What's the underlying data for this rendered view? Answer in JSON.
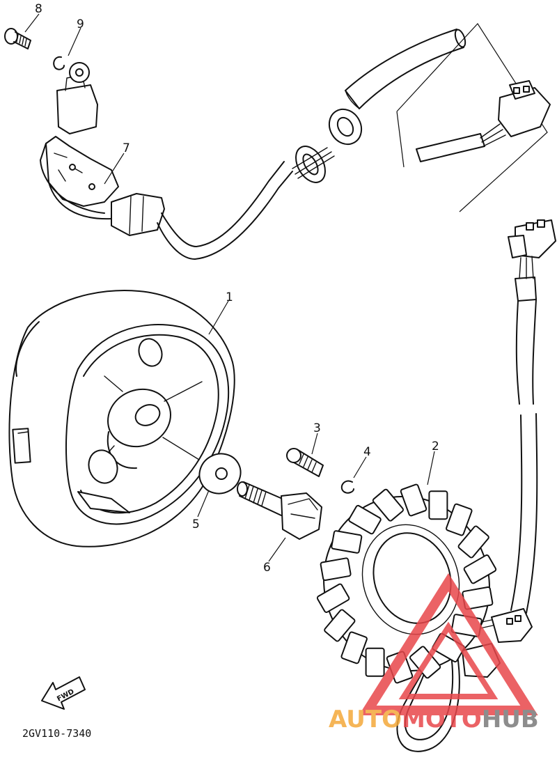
{
  "callouts": {
    "flywheel": "1",
    "stator": "2",
    "stator_screw": "3",
    "stator_clip": "4",
    "washer": "5",
    "rotor_bolt": "6",
    "pickup_coil": "7",
    "pickup_screw": "8",
    "pickup_clip": "9"
  },
  "fwd_arrow_label": "FWD",
  "diagram_code": "2GV110-7340",
  "watermark": {
    "part1": "AUTO",
    "part2": "MOTO",
    "part3": "HUB",
    "colors": {
      "orange": "#f4a93a",
      "red": "#e8474b",
      "gray": "#7a7a7a"
    }
  }
}
